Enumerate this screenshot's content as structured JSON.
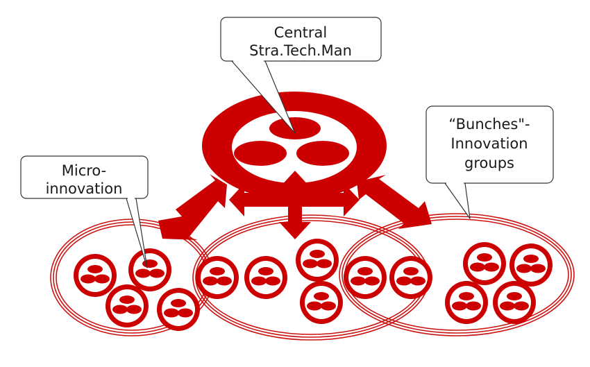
{
  "callouts": {
    "central": {
      "line1": "Central",
      "line2": "Stra.Tech.Man"
    },
    "bunches": {
      "line1": "“Bunches\"-",
      "line2": "Innovation",
      "line3": "groups"
    },
    "micro": {
      "line1": "Micro-",
      "line2": "innovation"
    }
  },
  "colors": {
    "red": "#cc0000",
    "ring_red": "#cc1111",
    "outline": "#333333",
    "background": "#ffffff"
  }
}
